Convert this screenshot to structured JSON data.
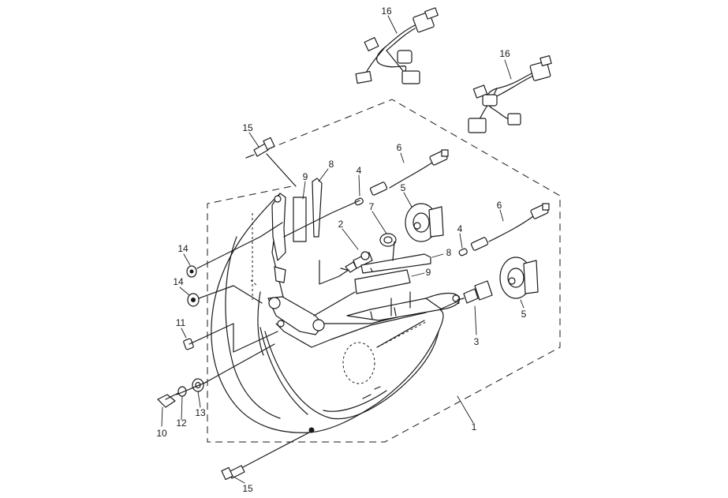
{
  "diagram": {
    "callouts": [
      {
        "id": "c1",
        "text": "1"
      },
      {
        "id": "c2",
        "text": "2"
      },
      {
        "id": "c3",
        "text": "3"
      },
      {
        "id": "c4a",
        "text": "4"
      },
      {
        "id": "c4b",
        "text": "4"
      },
      {
        "id": "c5a",
        "text": "5"
      },
      {
        "id": "c5b",
        "text": "5"
      },
      {
        "id": "c6a",
        "text": "6"
      },
      {
        "id": "c6b",
        "text": "6"
      },
      {
        "id": "c7",
        "text": "7"
      },
      {
        "id": "c8a",
        "text": "8"
      },
      {
        "id": "c8b",
        "text": "8"
      },
      {
        "id": "c9a",
        "text": "9"
      },
      {
        "id": "c9b",
        "text": "9"
      },
      {
        "id": "c10",
        "text": "10"
      },
      {
        "id": "c11",
        "text": "11"
      },
      {
        "id": "c12",
        "text": "12"
      },
      {
        "id": "c13",
        "text": "13"
      },
      {
        "id": "c14a",
        "text": "14"
      },
      {
        "id": "c14b",
        "text": "14"
      },
      {
        "id": "c15a",
        "text": "15"
      },
      {
        "id": "c15b",
        "text": "15"
      },
      {
        "id": "c16a",
        "text": "16"
      },
      {
        "id": "c16b",
        "text": "16"
      }
    ]
  }
}
